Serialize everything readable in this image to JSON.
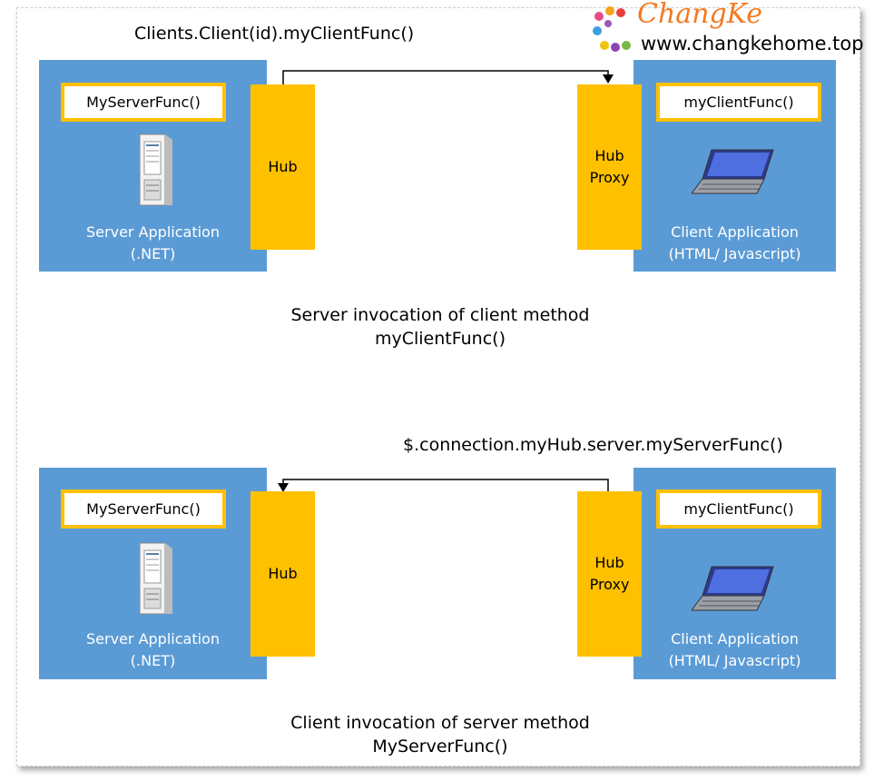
{
  "logo": {
    "brand": "ChangKe",
    "url": "www.changkehome.top"
  },
  "top_section": {
    "call": "Clients.Client(id).myClientFunc()",
    "server_func": "MyServerFunc()",
    "server_label_1": "Server Application",
    "server_label_2": "(.NET)",
    "hub": "Hub",
    "proxy_1": "Hub",
    "proxy_2": "Proxy",
    "client_func": "myClientFunc()",
    "client_label_1": "Client Application",
    "client_label_2": "(HTML/ Javascript)",
    "caption_1": "Server invocation of client method",
    "caption_2": "myClientFunc()"
  },
  "bottom_section": {
    "call": "$.connection.myHub.server.myServerFunc()",
    "server_func": "MyServerFunc()",
    "server_label_1": "Server Application",
    "server_label_2": "(.NET)",
    "hub": "Hub",
    "proxy_1": "Hub",
    "proxy_2": "Proxy",
    "client_func": "myClientFunc()",
    "client_label_1": "Client Application",
    "client_label_2": "(HTML/ Javascript)",
    "caption_1": "Client invocation of server method",
    "caption_2": "MyServerFunc()"
  }
}
